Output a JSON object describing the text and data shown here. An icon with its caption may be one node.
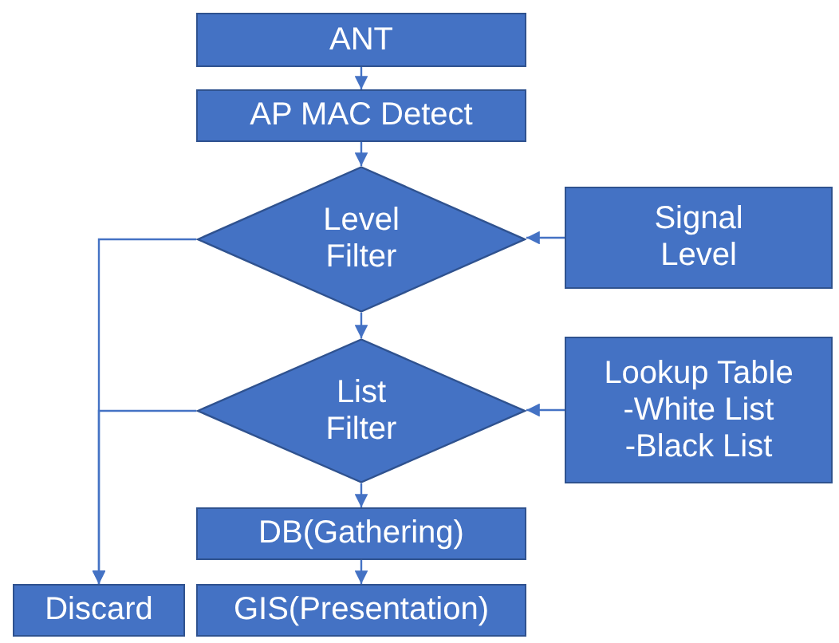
{
  "diagram": {
    "nodes": [
      {
        "text": [
          "ANT"
        ]
      },
      {
        "text": [
          "AP MAC Detect"
        ]
      },
      {
        "text": [
          "Level Filter"
        ]
      },
      {
        "text": [
          "Signal Level"
        ]
      },
      {
        "text": [
          "List Filter"
        ]
      },
      {
        "text": [
          "Lookup Table",
          "-White List",
          "-Black List"
        ]
      },
      {
        "text": [
          "DB(Gathering)"
        ]
      },
      {
        "text": [
          "Discard"
        ]
      },
      {
        "text": [
          "GIS(Presentation)"
        ]
      }
    ],
    "edges": [
      {
        "from": 0,
        "to": 1,
        "arrow": "to"
      },
      {
        "from": 1,
        "to": 2,
        "arrow": "to"
      },
      {
        "from": 3,
        "to": 2,
        "arrow": "to"
      },
      {
        "from": 2,
        "to": 7,
        "arrow": "to"
      },
      {
        "from": 2,
        "to": 4,
        "arrow": "to"
      },
      {
        "from": 5,
        "to": 4,
        "arrow": "to"
      },
      {
        "from": 4,
        "to": 7,
        "arrow": "to"
      },
      {
        "from": 4,
        "to": 6,
        "arrow": "to"
      },
      {
        "from": 6,
        "to": 8,
        "arrow": "to"
      }
    ]
  }
}
